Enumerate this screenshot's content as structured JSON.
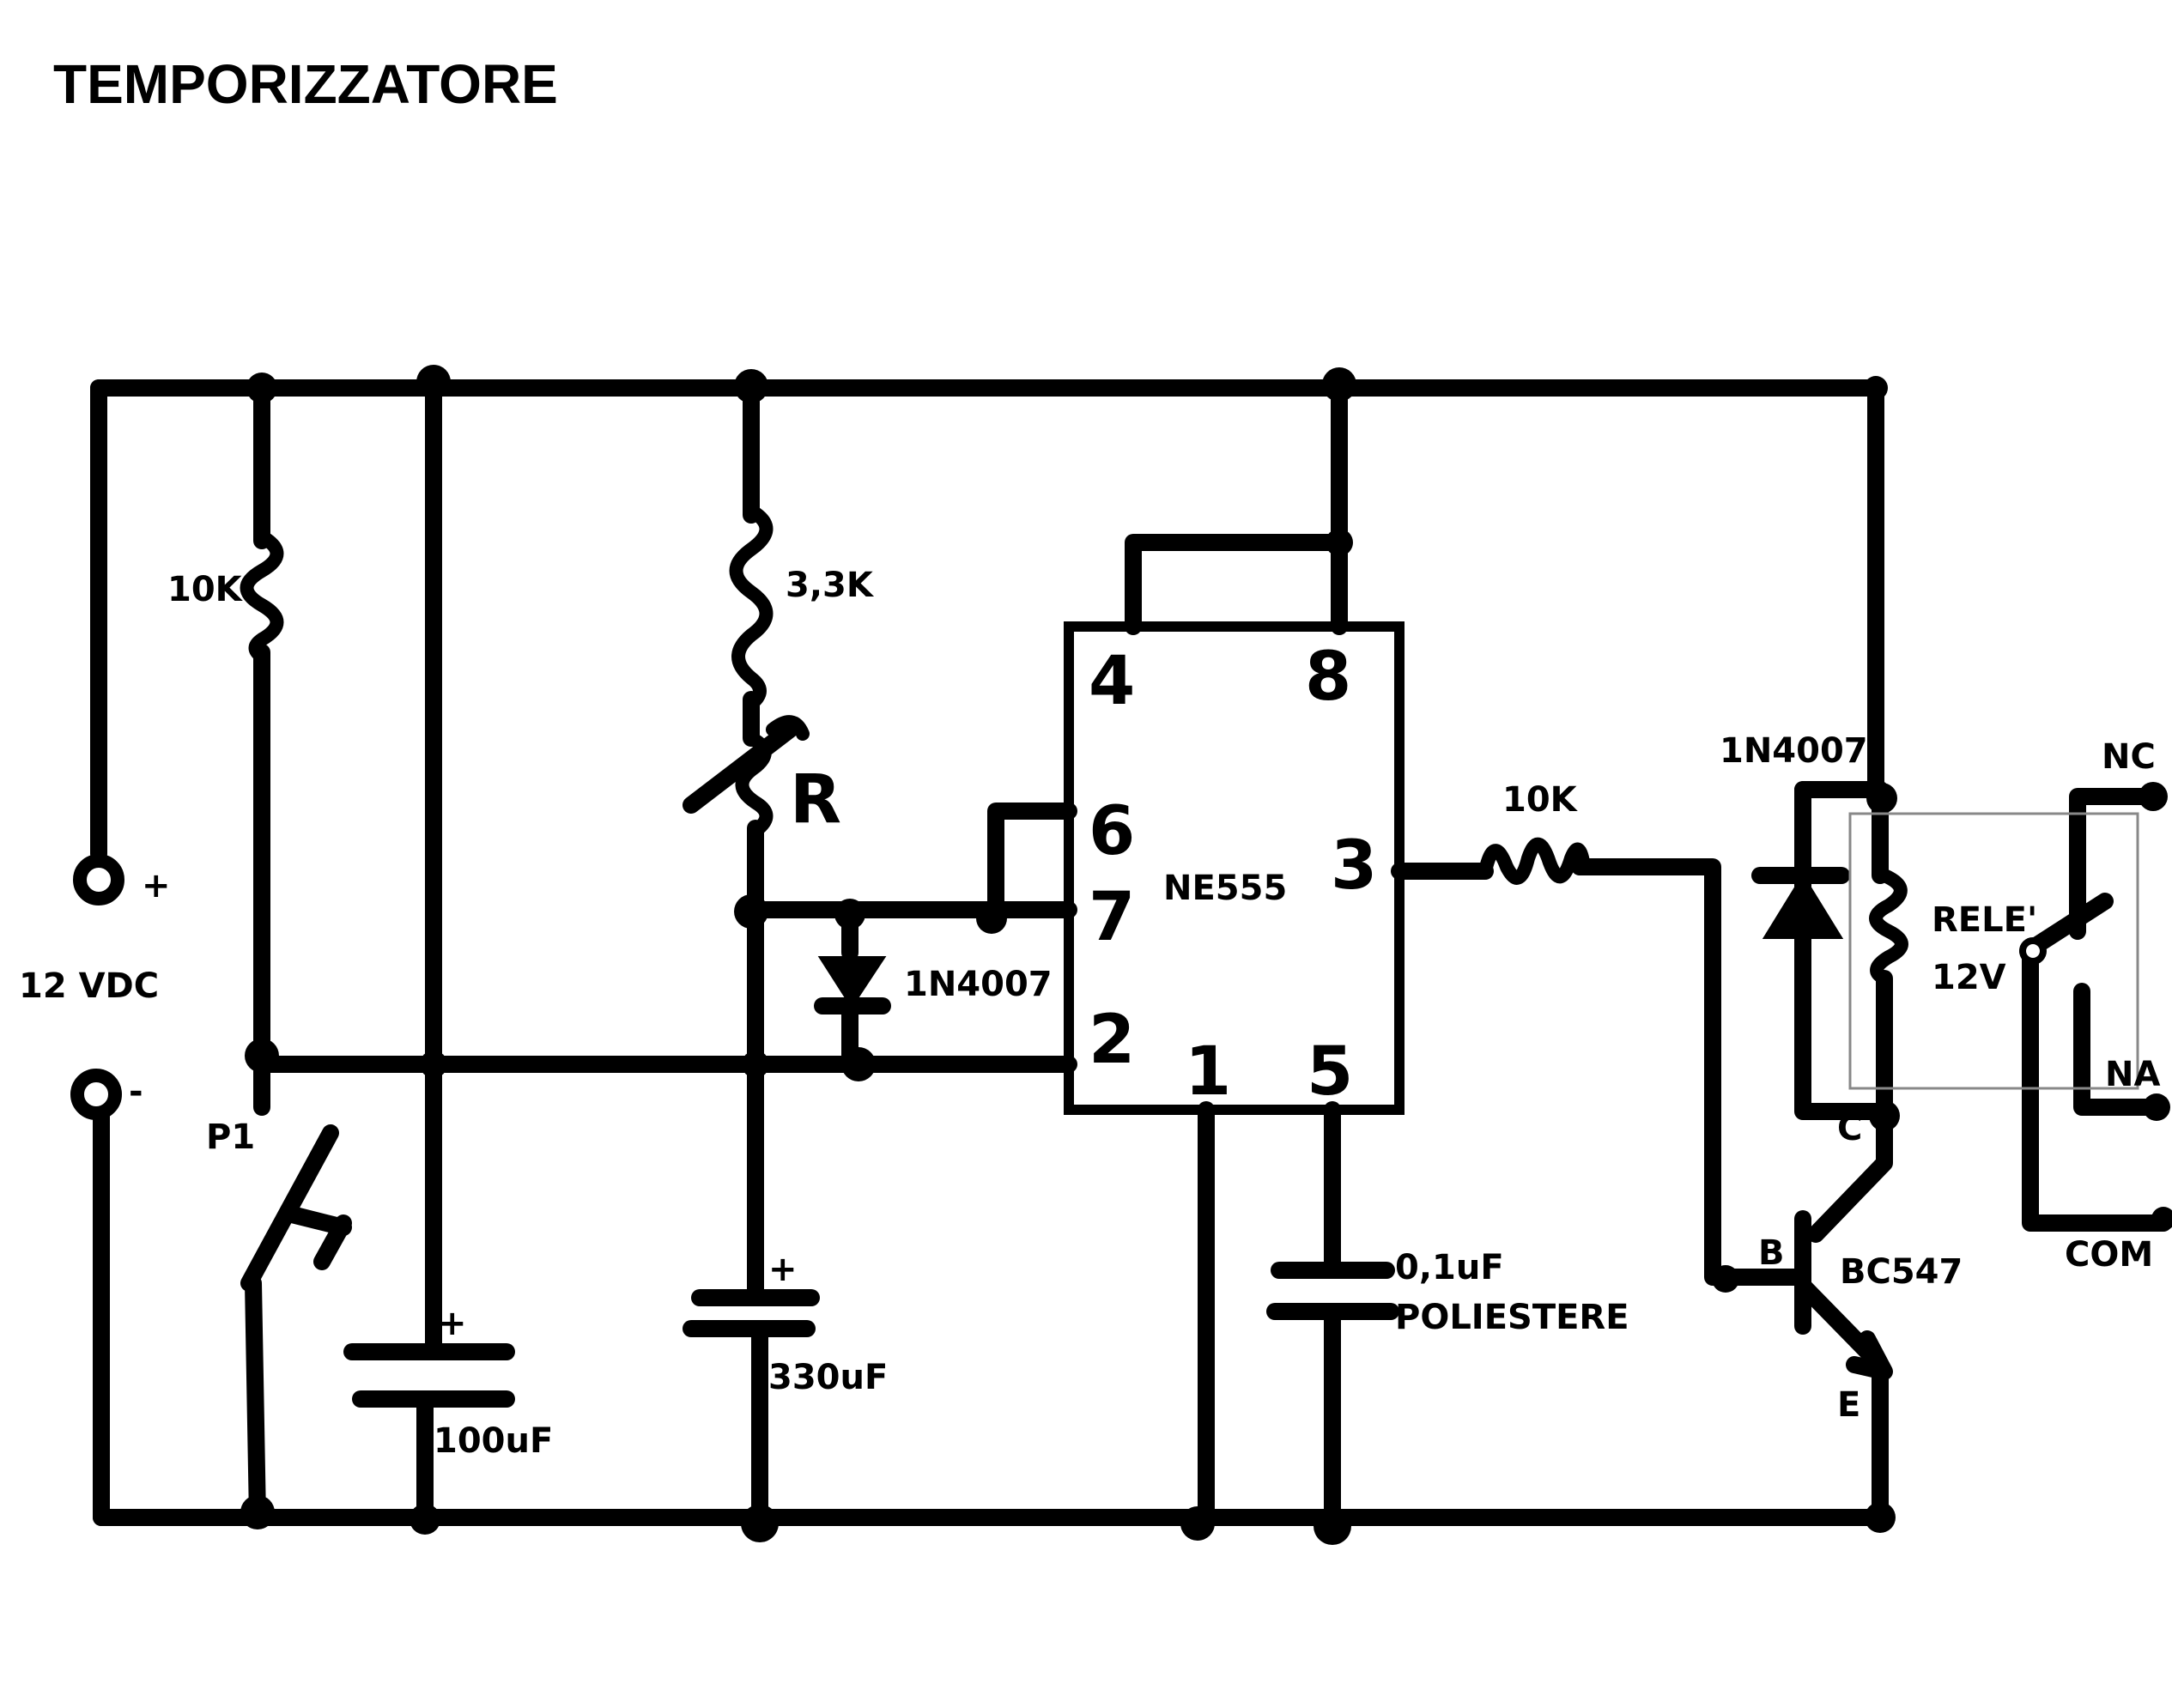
{
  "title": "TEMPORIZZATORE",
  "supply": {
    "plus": "+",
    "minus": "-",
    "voltage": "12 VDC"
  },
  "components": {
    "r_pullup": "10K",
    "r_timing": "3,3K",
    "trimmer": "R",
    "switch": "P1",
    "cap_supply": "100uF",
    "cap_supply_polarity": "+",
    "cap_timing": "330uF",
    "cap_timing_polarity": "+",
    "diode_timing": "1N4007",
    "ic": "NE555",
    "ic_pins": {
      "p4": "4",
      "p8": "8",
      "p6": "6",
      "p7": "7",
      "p2": "2",
      "p1": "1",
      "p5": "5",
      "p3": "3"
    },
    "cap_control": "0,1uF",
    "cap_control_type": "POLIESTERE",
    "r_base": "10K",
    "diode_relay": "1N4007",
    "relay": "RELE'",
    "relay_voltage": "12V",
    "transistor": "BC547",
    "transistor_pins": {
      "b": "B",
      "c": "C",
      "e": "E"
    },
    "contacts": {
      "nc": "NC",
      "na": "NA",
      "com": "COM"
    }
  }
}
